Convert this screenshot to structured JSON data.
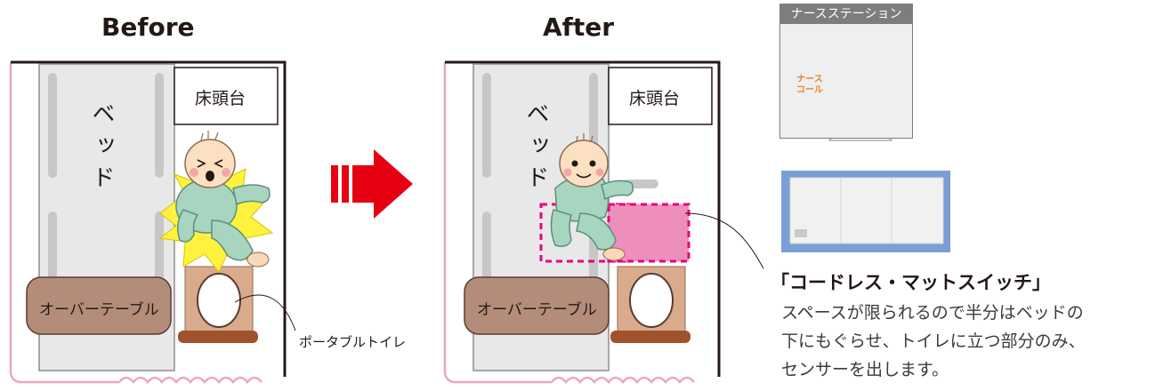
{
  "before": {
    "heading": "Before",
    "nightstand": "床頭台",
    "bed": "ベッド",
    "overbed_table": "オーバーテーブル",
    "portable_toilet": "ポータブルトイレ"
  },
  "after": {
    "heading": "After",
    "nightstand": "床頭台",
    "bed": "ベッド",
    "overbed_table": "オーバーテーブル"
  },
  "nurse_station": {
    "header": "ナースステーション",
    "nurse_call": "ナース\nコール"
  },
  "product": {
    "title": "「コードレス・マットスイッチ」",
    "description": [
      "スペースが限られるので半分はベッドの",
      "下にもぐらせ、トイレに立つ部分のみ、",
      "センサーを出します。"
    ]
  },
  "colors": {
    "wall_pink": "#eaa6c7",
    "mat_pink": "#ee8fbb",
    "mat_border": "#e6007e",
    "arrow_red": "#e60012",
    "table_brown": "#b38c7a",
    "patient_green": "#a8d5c0",
    "burst_yellow": "#fff23e"
  }
}
